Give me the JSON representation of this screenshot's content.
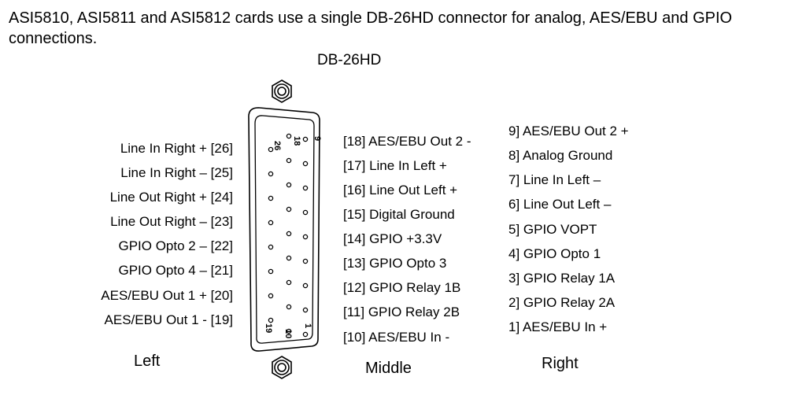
{
  "intro": "ASI5810, ASI5811 and ASI5812 cards use a single DB-26HD connector for analog, AES/EBU and GPIO connections.",
  "connector": {
    "title": "DB-26HD",
    "pin_numbers": {
      "p9": "9",
      "p18": "18",
      "p26": "26",
      "p1": "1",
      "p10": "10",
      "p19": "19"
    }
  },
  "columns": {
    "left": "Left",
    "middle": "Middle",
    "right": "Right"
  },
  "left_pins": [
    "Line In Right + [26]",
    "Line In Right – [25]",
    "Line Out Right + [24]",
    "Line Out Right – [23]",
    "GPIO Opto 2 – [22]",
    "GPIO Opto 4 – [21]",
    "AES/EBU Out 1 + [20]",
    "AES/EBU Out 1 - [19]"
  ],
  "middle_pins": [
    "[18] AES/EBU Out 2 -",
    "[17] Line In Left +",
    "[16] Line Out Left +",
    "[15] Digital Ground",
    "[14] GPIO +3.3V",
    "[13] GPIO Opto 3",
    "[12] GPIO Relay 1B",
    "[11] GPIO Relay 2B",
    "[10] AES/EBU In -"
  ],
  "right_pins": [
    "9] AES/EBU Out 2 +",
    "8] Analog Ground",
    "7] Line In Left –",
    "6] Line Out Left –",
    "5] GPIO VOPT",
    "4] GPIO Opto 1",
    "3] GPIO Relay 1A",
    "2] GPIO Relay 2A",
    "1] AES/EBU In +"
  ]
}
